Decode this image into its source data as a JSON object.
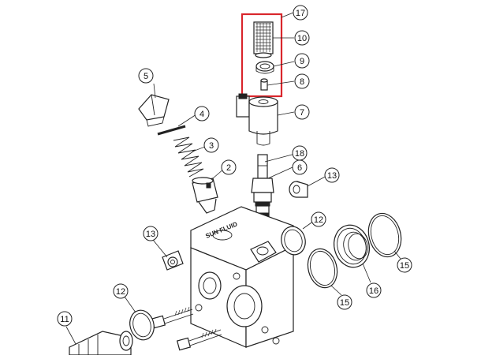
{
  "diagram": {
    "highlight_box_color": "#d9262c",
    "callouts": [
      {
        "id": "c17",
        "label": "17"
      },
      {
        "id": "c10",
        "label": "10"
      },
      {
        "id": "c9",
        "label": "9"
      },
      {
        "id": "c8",
        "label": "8"
      },
      {
        "id": "c7",
        "label": "7"
      },
      {
        "id": "c5",
        "label": "5"
      },
      {
        "id": "c4",
        "label": "4"
      },
      {
        "id": "c3",
        "label": "3"
      },
      {
        "id": "c2",
        "label": "2"
      },
      {
        "id": "c18",
        "label": "18"
      },
      {
        "id": "c6",
        "label": "6"
      },
      {
        "id": "c13a",
        "label": "13"
      },
      {
        "id": "c12a",
        "label": "12"
      },
      {
        "id": "c13b",
        "label": "13"
      },
      {
        "id": "c15a",
        "label": "15"
      },
      {
        "id": "c16",
        "label": "16"
      },
      {
        "id": "c15b",
        "label": "15"
      },
      {
        "id": "c12b",
        "label": "12"
      },
      {
        "id": "c11",
        "label": "11"
      }
    ],
    "block_marking": "SUN FLUID"
  }
}
